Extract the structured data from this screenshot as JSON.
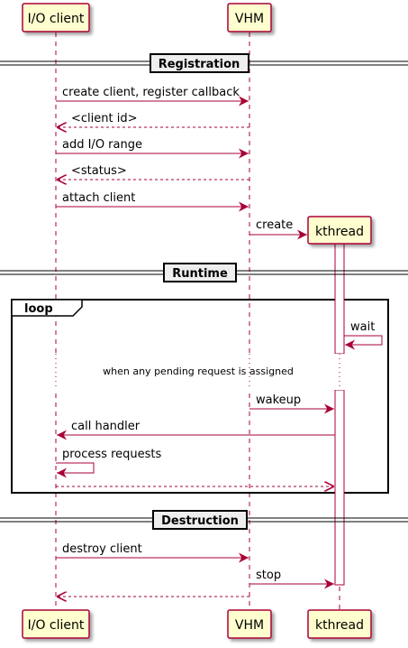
{
  "participants": [
    {
      "id": "io",
      "label": "I/O client"
    },
    {
      "id": "vhm",
      "label": "VHM"
    },
    {
      "id": "kt",
      "label": "kthread"
    }
  ],
  "separators": {
    "registration": "Registration",
    "runtime": "Runtime",
    "destruction": "Destruction"
  },
  "loop": {
    "label": "loop",
    "delay_note": "when any pending request is assigned"
  },
  "messages": {
    "create_client": "create client, register callback",
    "client_id": "<client id>",
    "add_io_range": "add I/O range",
    "status": "<status>",
    "attach_client": "attach client",
    "create": "create",
    "wait": "wait",
    "wakeup": "wakeup",
    "call_handler": "call handler",
    "process_requests": "process requests",
    "destroy_client": "destroy client",
    "stop": "stop"
  },
  "colors": {
    "participant_fill": "#FEFECE",
    "participant_border": "#A80036",
    "arrow": "#A80036",
    "separator_fill": "#EEEEEE"
  }
}
